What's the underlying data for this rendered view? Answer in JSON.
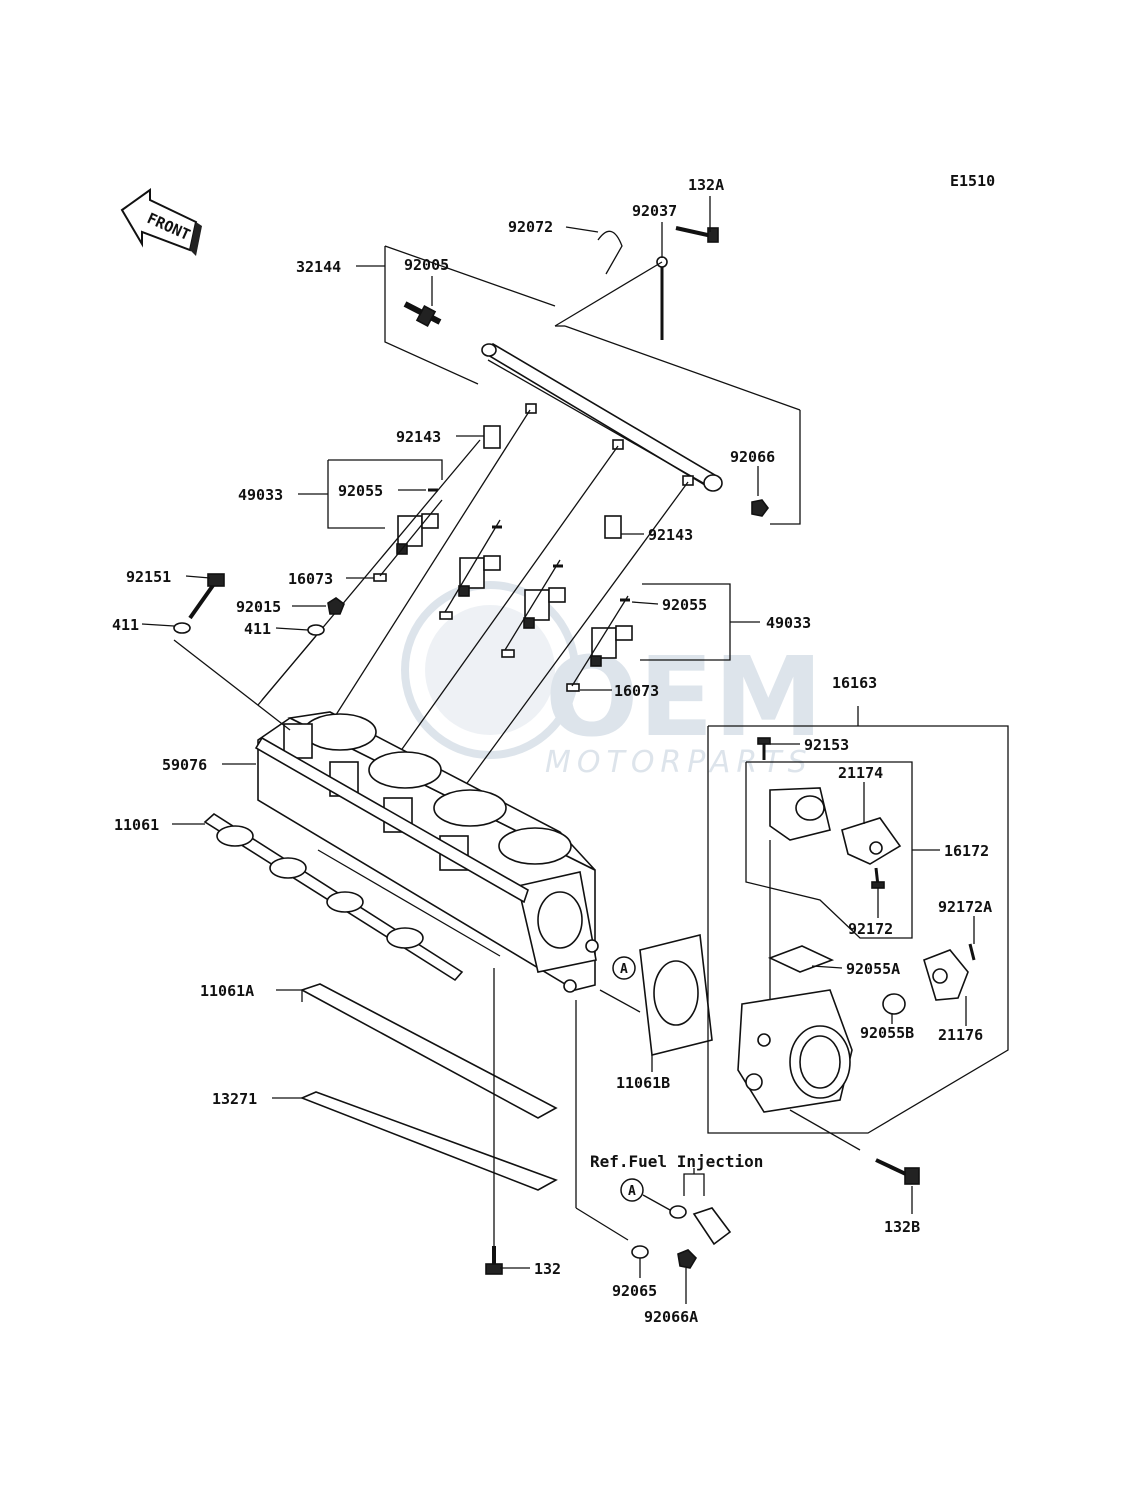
{
  "diagram_code": "E1510",
  "front_label": "FRONT",
  "ref_note": "Ref.Fuel Injection",
  "callout_letter": "A",
  "watermark": {
    "brand": "OEM",
    "sub": "MOTORPARTS",
    "color": "#9fb3c8"
  },
  "part_labels": {
    "p132A": "132A",
    "p92037": "92037",
    "p92072": "92072",
    "p32144": "32144",
    "p92005": "92005",
    "p92143a": "92143",
    "p92066": "92066",
    "p49033a": "49033",
    "p92055a": "92055",
    "p92143b": "92143",
    "p92151": "92151",
    "p16073a": "16073",
    "p92015": "92015",
    "p411a": "411",
    "p411b": "411",
    "p92055b": "92055",
    "p49033b": "49033",
    "p16073b": "16073",
    "p16163": "16163",
    "p59076": "59076",
    "p92153": "92153",
    "p21174": "21174",
    "p11061": "11061",
    "p16172": "16172",
    "p92172": "92172",
    "p92172A": "92172A",
    "p92055A": "92055A",
    "p11061A": "11061A",
    "p92055B": "92055B",
    "p21176": "21176",
    "p11061B": "11061B",
    "p13271": "13271",
    "p132B": "132B",
    "p132": "132",
    "p92065": "92065",
    "p92066A": "92066A"
  }
}
